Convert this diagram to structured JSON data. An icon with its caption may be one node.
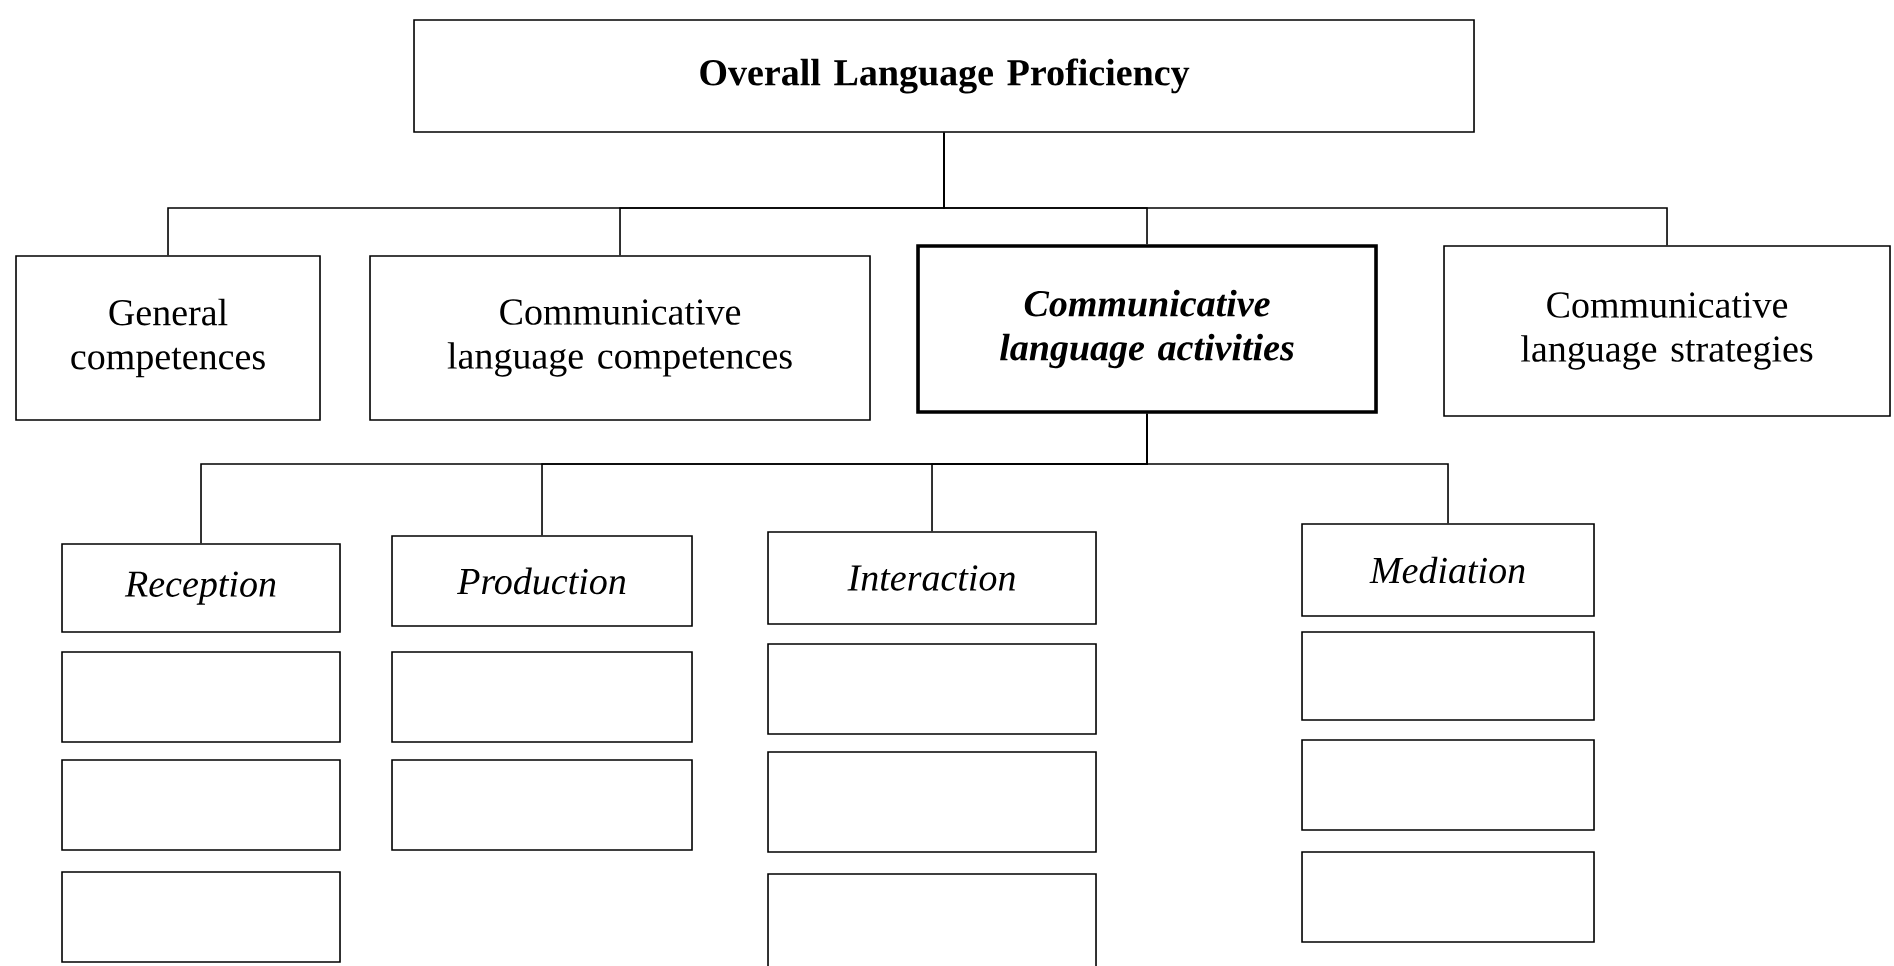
{
  "diagram": {
    "nodes": [
      {
        "text": [
          "Overall Language Proficiency"
        ]
      },
      {
        "text": [
          "General competences"
        ]
      },
      {
        "text": [
          "Communicative language competences"
        ]
      },
      {
        "text": [
          "Communicative language activities"
        ]
      },
      {
        "text": [
          "Communicative language strategies"
        ]
      },
      {
        "text": [
          "Reception"
        ]
      },
      {
        "text": [
          "Production"
        ]
      },
      {
        "text": [
          "Interaction"
        ]
      },
      {
        "text": [
          "Mediation"
        ]
      },
      {
        "text": [],
        "shape": "box"
      },
      {
        "text": [],
        "shape": "box"
      },
      {
        "text": [],
        "shape": "box"
      },
      {
        "text": [],
        "shape": "box"
      },
      {
        "text": [],
        "shape": "box"
      },
      {
        "text": [],
        "shape": "box"
      },
      {
        "text": [],
        "shape": "box"
      },
      {
        "text": [],
        "shape": "box"
      },
      {
        "text": [],
        "shape": "box"
      },
      {
        "text": [],
        "shape": "box"
      },
      {
        "text": [],
        "shape": "box"
      }
    ],
    "edges": [
      {
        "from": 0,
        "to": 1,
        "arrow": "none"
      },
      {
        "from": 0,
        "to": 2,
        "arrow": "none"
      },
      {
        "from": 0,
        "to": 3,
        "arrow": "none"
      },
      {
        "from": 0,
        "to": 4,
        "arrow": "none"
      },
      {
        "from": 3,
        "to": 5,
        "arrow": "none"
      },
      {
        "from": 3,
        "to": 6,
        "arrow": "none"
      },
      {
        "from": 3,
        "to": 7,
        "arrow": "none"
      },
      {
        "from": 3,
        "to": 8,
        "arrow": "none"
      }
    ]
  }
}
